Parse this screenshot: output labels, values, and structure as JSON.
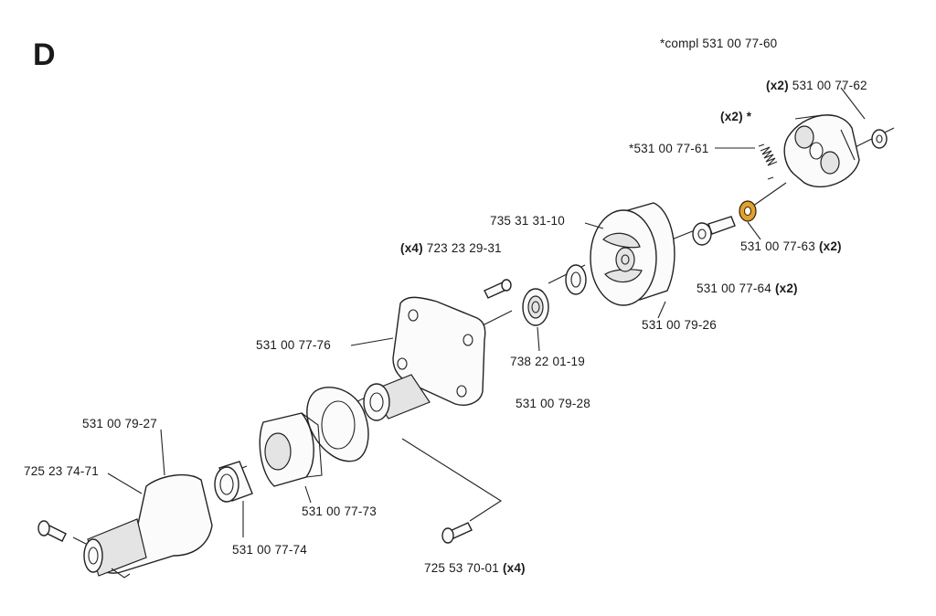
{
  "section_letter": "D",
  "compl_note": "*compl 531 00 77-60",
  "labels": {
    "p_77_62": {
      "qty": "(x2)",
      "num": "531 00 77-62"
    },
    "x2_star": "(x2) *",
    "p_77_61": "*531 00 77-61",
    "p_31_31_10": "735 31 31-10",
    "p_723": {
      "qty": "(x4)",
      "num": "723 23 29-31"
    },
    "p_77_63": {
      "num": "531 00 77-63",
      "qty": "(x2)"
    },
    "p_77_64": {
      "num": "531 00 77-64",
      "qty": "(x2)"
    },
    "p_79_26": "531 00 79-26",
    "p_77_76": "531 00 77-76",
    "p_738": "738 22 01-19",
    "p_79_28": "531 00 79-28",
    "p_79_27": "531 00 79-27",
    "p_725_23": "725 23 74-71",
    "p_77_73": "531 00 77-73",
    "p_77_74": "531 00 77-74",
    "p_725_53": {
      "num": "725 53 70-01",
      "qty": "(x4)"
    }
  },
  "highlight_color": "#e8a020"
}
